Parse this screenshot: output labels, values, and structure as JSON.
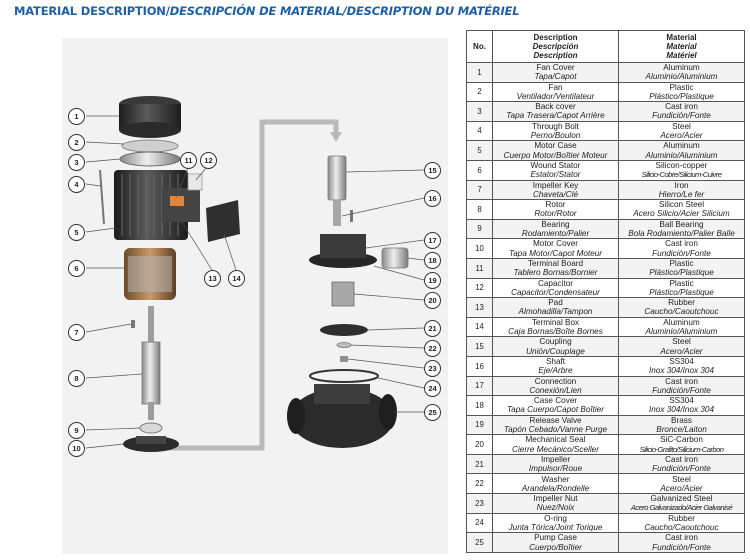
{
  "header": {
    "title_main": "MATERIAL DESCRIPTION/",
    "title_italic": "DESCRIPCIÓN DE MATERIAL/DESCRIPTION DU MATÉRIEL"
  },
  "table": {
    "col_no": "No.",
    "col_description": [
      "Description",
      "Descripción",
      "Description"
    ],
    "col_material": [
      "Material",
      "Material",
      "Matériel"
    ],
    "rows": [
      {
        "no": "1",
        "d1": "Fan Cover",
        "d2": "Tapa/Capot",
        "m1": "Aluminum",
        "m2": "Aluminio/Aluminium"
      },
      {
        "no": "2",
        "d1": "Fan",
        "d2": "Ventilador/Ventilateur",
        "m1": "Plastic",
        "m2": "Plástico/Plastique"
      },
      {
        "no": "3",
        "d1": "Back cover",
        "d2": "Tapa Trasera/Capot Arrière",
        "m1": "Cast iron",
        "m2": "Fundición/Fonte"
      },
      {
        "no": "4",
        "d1": "Through Bolt",
        "d2": "Perno/Boulon",
        "m1": "Steel",
        "m2": "Acero/Acier"
      },
      {
        "no": "5",
        "d1": "Motor Case",
        "d2": "Cuerpo Motor/Boîtier Moteur",
        "m1": "Aluminum",
        "m2": "Aluminio/Aluminium"
      },
      {
        "no": "6",
        "d1": "Wound Stator",
        "d2": "Estator/Stator",
        "m1": "Silicon-copper",
        "m2": "Silicio-Cobre/Silicium-Cuivre"
      },
      {
        "no": "7",
        "d1": "Impeller Key",
        "d2": "Chaveta/Clé",
        "m1": "Iron",
        "m2": "Hierro/Le fer"
      },
      {
        "no": "8",
        "d1": "Rotor",
        "d2": "Rotor/Rotor",
        "m1": "Silicon Steel",
        "m2": "Acero Silicio/Acier Silicium"
      },
      {
        "no": "9",
        "d1": "Bearing",
        "d2": "Rodamiento/Palier",
        "m1": "Ball Bearing",
        "m2": "Bola Rodamiento/Palier Balle"
      },
      {
        "no": "10",
        "d1": "Motor Cover",
        "d2": "Tapa Motor/Capot Moteur",
        "m1": "Cast iron",
        "m2": "Fundición/Fonte"
      },
      {
        "no": "11",
        "d1": "Terminal Board",
        "d2": "Tablero Bornas/Bornier",
        "m1": "Plastic",
        "m2": "Plástico/Plastique"
      },
      {
        "no": "12",
        "d1": "Capacitor",
        "d2": "Capacitor/Condensateur",
        "m1": "Plastic",
        "m2": "Plástico/Plastique"
      },
      {
        "no": "13",
        "d1": "Pad",
        "d2": "Almohadilla/Tampon",
        "m1": "Rubber",
        "m2": "Caucho/Caoutchouc"
      },
      {
        "no": "14",
        "d1": "Terminal Box",
        "d2": "Caja Bornas/Boîte Bornes",
        "m1": "Aluminum",
        "m2": "Aluminio/Aluminium"
      },
      {
        "no": "15",
        "d1": "Coupling",
        "d2": "Unión/Couplage",
        "m1": "Steel",
        "m2": "Acero/Acier"
      },
      {
        "no": "16",
        "d1": "Shaft",
        "d2": "Eje/Arbre",
        "m1": "SS304",
        "m2": "Inox 304/Inox 304"
      },
      {
        "no": "17",
        "d1": "Connection",
        "d2": "Conexión/Lien",
        "m1": "Cast iron",
        "m2": "Fundición/Fonte"
      },
      {
        "no": "18",
        "d1": "Case Cover",
        "d2": "Tapa Cuerpo/Capot Boîtier",
        "m1": "SS304",
        "m2": "Inox 304/Inox 304"
      },
      {
        "no": "19",
        "d1": "Release Valve",
        "d2": "Tapón Cebado/Vanne Purge",
        "m1": "Brass",
        "m2": "Bronce/Laiton"
      },
      {
        "no": "20",
        "d1": "Mechanical Seal",
        "d2": "Cierre Mecánico/Sceller",
        "m1": "SiC-Carbon",
        "m2": "Silicio-Grafito/Silicium-Carbon"
      },
      {
        "no": "21",
        "d1": "Impeller",
        "d2": "Impulsor/Roue",
        "m1": "Cast iron",
        "m2": "Fundición/Fonte"
      },
      {
        "no": "22",
        "d1": "Washer",
        "d2": "Arandela/Rondelle",
        "m1": "Steel",
        "m2": "Acero/Acier"
      },
      {
        "no": "23",
        "d1": "Impeller Nut",
        "d2": "Nuez/Noix",
        "m1": "Galvanized Steel",
        "m2": "Acero Galvanizado/Acier Galvanisé"
      },
      {
        "no": "24",
        "d1": "O-ring",
        "d2": "Junta Tórica/Joint Torique",
        "m1": "Rubber",
        "m2": "Caucho/Caoutchouc"
      },
      {
        "no": "25",
        "d1": "Pump Case",
        "d2": "Cuerpo/Boîtier",
        "m1": "Cast iron",
        "m2": "Fundición/Fonte"
      }
    ]
  },
  "diagram": {
    "callouts": [
      "1",
      "2",
      "3",
      "4",
      "5",
      "6",
      "7",
      "8",
      "9",
      "10",
      "11",
      "12",
      "13",
      "14",
      "15",
      "16",
      "17",
      "18",
      "19",
      "20",
      "21",
      "22",
      "23",
      "24",
      "25"
    ]
  }
}
